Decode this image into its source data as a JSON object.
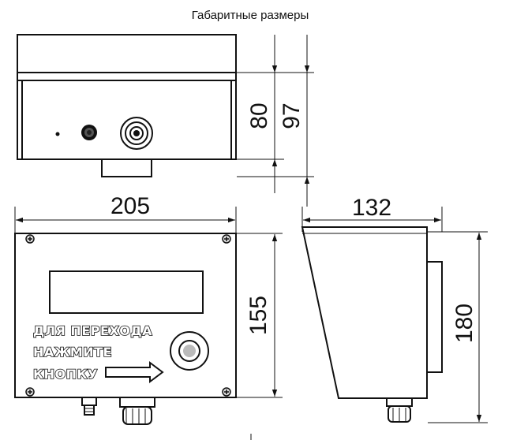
{
  "title": "Габаритные размеры",
  "dimensions": {
    "top_view_height_inner": "80",
    "top_view_height_outer": "97",
    "front_width": "205",
    "front_height": "155",
    "side_depth": "132",
    "side_height": "180"
  },
  "panel_text": {
    "line1": "ДЛЯ ПЕРЕХОДА",
    "line2": "НАЖМИТЕ",
    "line3": "КНОПКУ"
  }
}
